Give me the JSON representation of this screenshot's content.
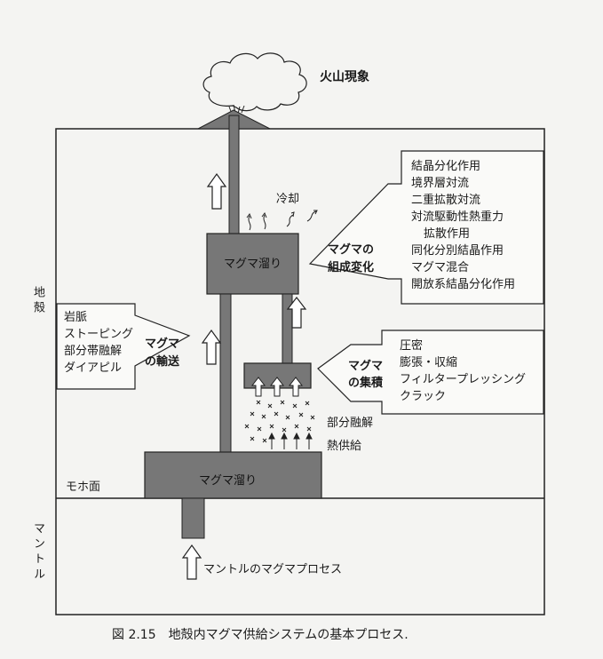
{
  "title": "火山現象",
  "labels": {
    "crust": "地殻",
    "mantle": "マントル",
    "moho": "モホ面",
    "cooling": "冷却",
    "chamber_upper": "マグマ溜り",
    "chamber_lower": "マグマ溜り",
    "partial_melting": "部分融解",
    "heat_supply": "熱供給",
    "mantle_process": "マントルのマグマプロセス"
  },
  "composition": {
    "title_line1": "マグマの",
    "title_line2": "組成変化",
    "items": [
      "結晶分化作用",
      "境界層対流",
      "二重拡散対流",
      "対流駆動性熱重力",
      "拡散作用",
      "同化分別結晶作用",
      "マグマ混合",
      "開放系結晶分化作用"
    ]
  },
  "transport": {
    "title_line1": "マグマ",
    "title_line2": "の輸送",
    "items": [
      "岩脈",
      "ストーピング",
      "部分帯融解",
      "ダイアピル"
    ]
  },
  "accumulation": {
    "title_line1": "マグマ",
    "title_line2": "の集積",
    "items": [
      "圧密",
      "膨張・収縮",
      "フィルタープレッシング",
      "クラック"
    ]
  },
  "caption": "図 2.15　地殻内マグマ供給システムの基本プロセス."
}
